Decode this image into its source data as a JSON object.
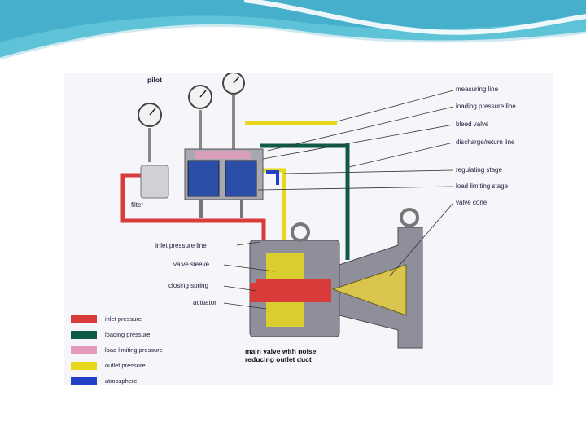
{
  "diagram": {
    "labels": {
      "pilot": "pilot",
      "filter": "filter",
      "measuring_line": "measuring line",
      "loading_pressure_line": "loading pressure line",
      "bleed_valve": "bleed valve",
      "discharge_return_line": "discharge/return line",
      "regulating_stage": "regulating stage",
      "load_limiting_stage": "load limiting stage",
      "valve_cone": "valve cone",
      "inlet_pressure_line": "inlet pressure line",
      "valve_sleeve": "valve sleeve",
      "closing_spring": "closing spring",
      "actuator": "actuator",
      "caption_line1": "main valve with noise",
      "caption_line2": "reducing outlet duct"
    },
    "legend": [
      {
        "label": "inlet pressure",
        "color": "#d93a3a"
      },
      {
        "label": "loading pressure",
        "color": "#0f5a46"
      },
      {
        "label": "load limiting pressure",
        "color": "#e39bbd"
      },
      {
        "label": "outlet pressure",
        "color": "#e8d81c"
      },
      {
        "label": "atmosphere",
        "color": "#2340c8"
      }
    ],
    "colors": {
      "inlet": "#d93a3a",
      "loading": "#0f5a46",
      "outlet": "#e8d81c",
      "atmosphere": "#2340c8",
      "body": "#9a9aa6"
    }
  }
}
